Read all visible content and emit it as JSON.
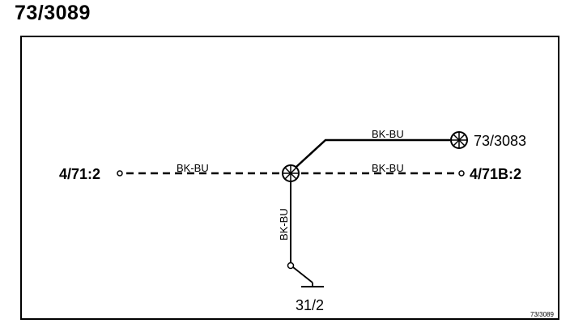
{
  "title": "73/3089",
  "connectors": {
    "left": "4/71:2",
    "right": "4/71B:2",
    "splice_remote": "73/3083",
    "ground": "31/2"
  },
  "wires": {
    "left_segment": "BK-BU",
    "right_segment": "BK-BU",
    "upper_branch": "BK-BU",
    "ground_drop": "BK-BU"
  },
  "footer_ref": "73/3089",
  "colors": {
    "line": "#000000",
    "background": "#ffffff"
  }
}
